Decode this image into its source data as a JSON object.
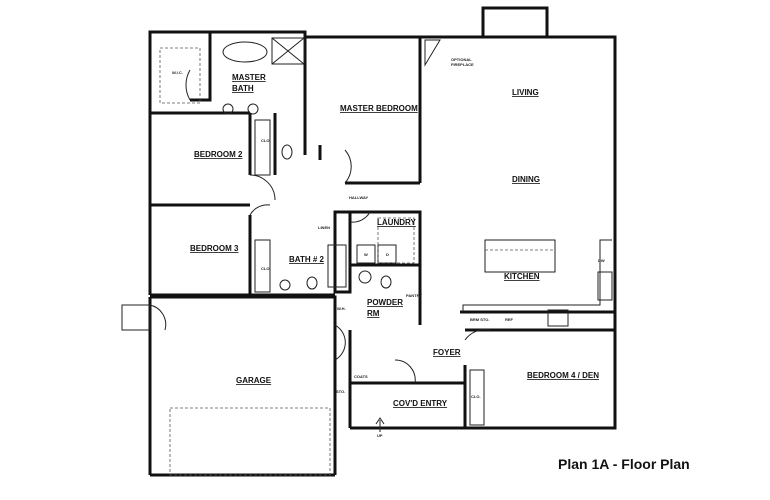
{
  "title": "Plan 1A - Floor Plan",
  "rooms": {
    "wic": "W.I.C.",
    "master_bath_1": "MASTER",
    "master_bath_2": "BATH",
    "master_bedroom": "MASTER BEDROOM",
    "bedroom2": "BEDROOM 2",
    "bedroom3": "BEDROOM 3",
    "bedroom4": "BEDROOM 4 / DEN",
    "hallway": "HALLWAY",
    "linen": "LINEN",
    "laundry": "LAUNDRY",
    "washer": "W",
    "dryer": "D",
    "bath2": "BATH # 2",
    "powder_1": "POWDER",
    "powder_2": "RM",
    "pantry": "PANTRY",
    "water_heater": "W.H.",
    "storage": "STO.",
    "coats": "COATS",
    "foyer": "FOYER",
    "covered_entry": "COV'D ENTRY",
    "up": "UP",
    "garage": "GARAGE",
    "living": "LIVING",
    "dining": "DINING",
    "kitchen": "KITCHEN",
    "fireplace_1": "OPTIONAL",
    "fireplace_2": "FIREPLACE",
    "closet": "CLO.",
    "broom_storage": "BRM STO.",
    "refrigerator": "REF",
    "dishwasher": "DW"
  }
}
